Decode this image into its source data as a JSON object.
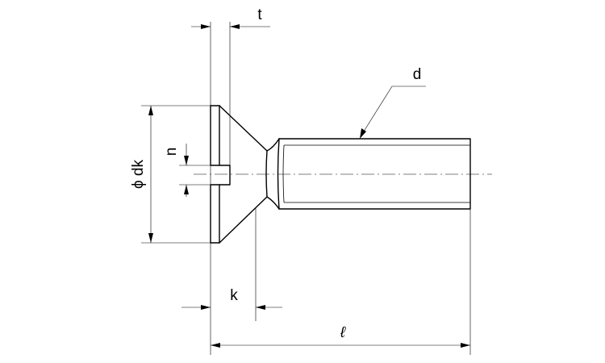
{
  "labels": {
    "t": "t",
    "d": "d",
    "n": "n",
    "dk": "ϕ dk",
    "k": "k",
    "length": "ℓ"
  }
}
